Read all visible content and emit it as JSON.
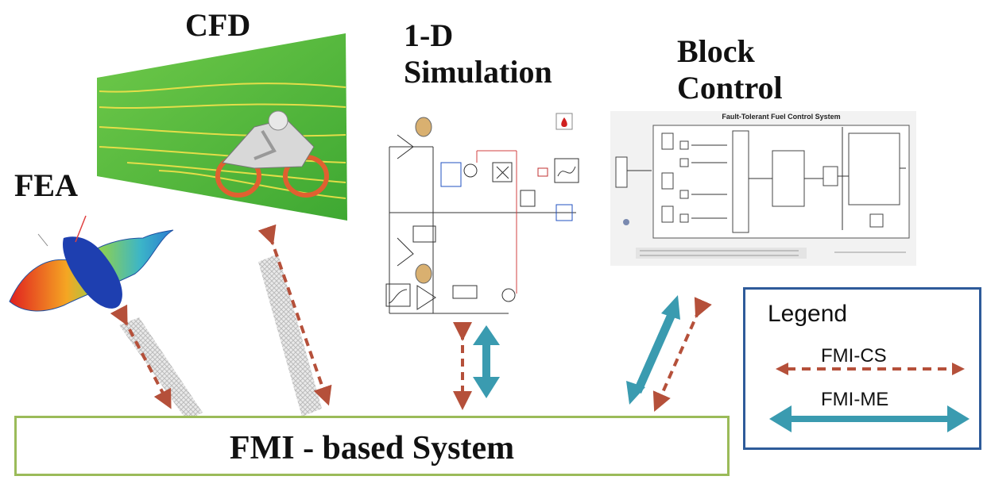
{
  "titles": {
    "cfd": "CFD",
    "one_d_line1": "1-D",
    "one_d_line2": "Simulation",
    "block_line1": "Block",
    "block_line2": "Control",
    "fea": "FEA"
  },
  "block_diagram_title": "Fault-Tolerant Fuel Control System",
  "system_label": "FMI - based System",
  "legend": {
    "title": "Legend",
    "items": [
      {
        "label": "FMI-CS",
        "style": "dashed",
        "color": "#b5503a"
      },
      {
        "label": "FMI-ME",
        "style": "solid",
        "color": "#3a9bb0"
      }
    ]
  },
  "colors": {
    "cs_arrow": "#b5503a",
    "me_arrow": "#3a9bb0",
    "system_border": "#9bbb59",
    "legend_border": "#2e5b9a"
  }
}
